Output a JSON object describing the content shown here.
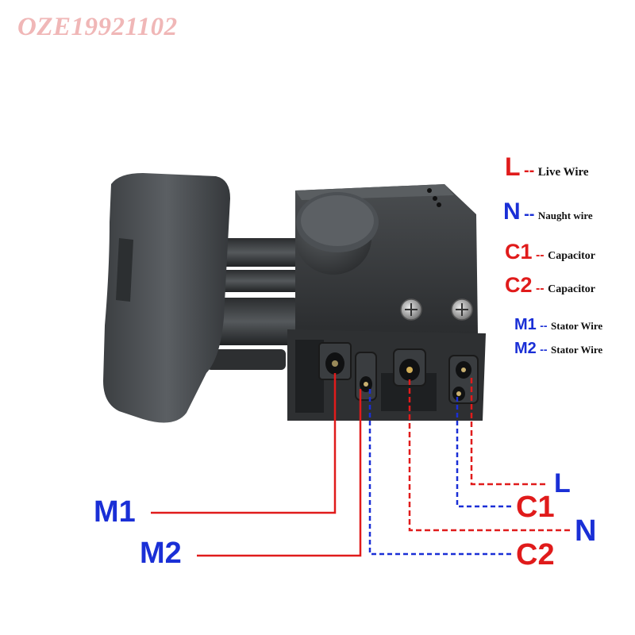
{
  "watermark": "OZE19921102",
  "legend": [
    {
      "code": "L",
      "dash": "--",
      "desc": "Live Wire",
      "color": "#e01b1b"
    },
    {
      "code": "N",
      "dash": "--",
      "desc": "Naught wire",
      "color": "#1a2fd6"
    },
    {
      "code": "C1",
      "dash": "--",
      "desc": "Capacitor",
      "color": "#e01b1b"
    },
    {
      "code": "C2",
      "dash": "--",
      "desc": "Capacitor",
      "color": "#e01b1b"
    },
    {
      "code": "M1",
      "dash": "--",
      "desc": "Stator Wire",
      "color": "#1a2fd6"
    },
    {
      "code": "M2",
      "dash": "--",
      "desc": "Stator Wire",
      "color": "#1a2fd6"
    }
  ],
  "wire_labels": {
    "m1": "M1",
    "m2": "M2",
    "l": "L",
    "c1": "C1",
    "n": "N",
    "c2": "C2"
  },
  "colors": {
    "red": "#e01b1b",
    "blue": "#1a2fd6",
    "switch_body": "#3a3d3f"
  }
}
